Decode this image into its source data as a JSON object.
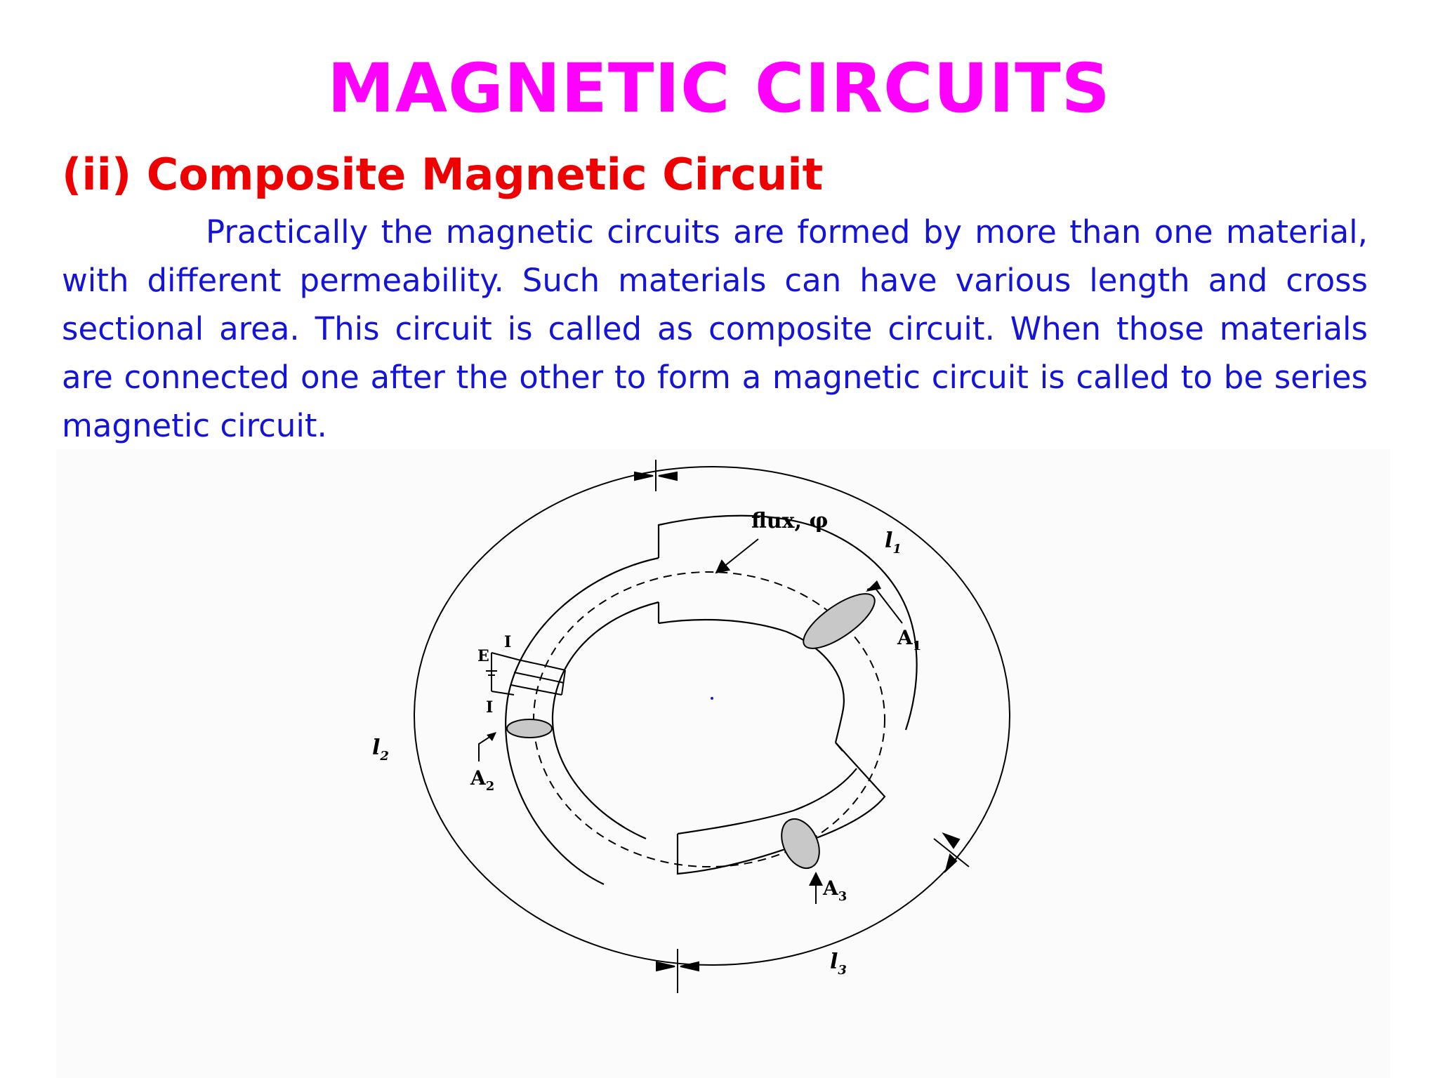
{
  "title": "MAGNETIC CIRCUITS",
  "subtitle": "(ii) Composite Magnetic Circuit",
  "paragraph": "Practically the magnetic circuits are formed by more than one material, with different permeability. Such materials can have various length and cross sectional area. This circuit is called as composite circuit. When those materials are connected one after the other to form a magnetic circuit is called to be series magnetic circuit.",
  "colors": {
    "title": "#ff00ff",
    "subtitle": "#ee0000",
    "body": "#1414d8"
  },
  "diagram": {
    "flux_label": "flux, φ",
    "length_labels": {
      "l1": "l",
      "l1_sub": "1",
      "l2": "l",
      "l2_sub": "2",
      "l3": "l",
      "l3_sub": "3"
    },
    "area_labels": {
      "a1": "A",
      "a1_sub": "1",
      "a2": "A",
      "a2_sub": "2",
      "a3": "A",
      "a3_sub": "3"
    },
    "source_label": "E",
    "current_label_top": "I",
    "current_label_bottom": "I"
  }
}
